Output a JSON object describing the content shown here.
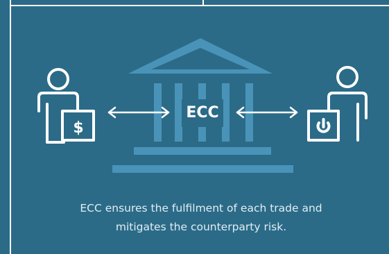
{
  "diagram": {
    "center_label": "ECC",
    "caption_lines": [
      "ECC ensures the fulfilment of each trade and",
      "mitigates the counterparty risk."
    ],
    "icons": {
      "left_person": "person-with-cash-icon",
      "right_person": "person-with-power-box-icon",
      "center": "bank-building-icon",
      "left_arrow": "double-arrow-icon",
      "right_arrow": "double-arrow-icon"
    },
    "colors": {
      "background": "#2b6b88",
      "building": "#4a93b8",
      "icon_stroke": "#ffffff",
      "frame": "#ffffff"
    }
  }
}
